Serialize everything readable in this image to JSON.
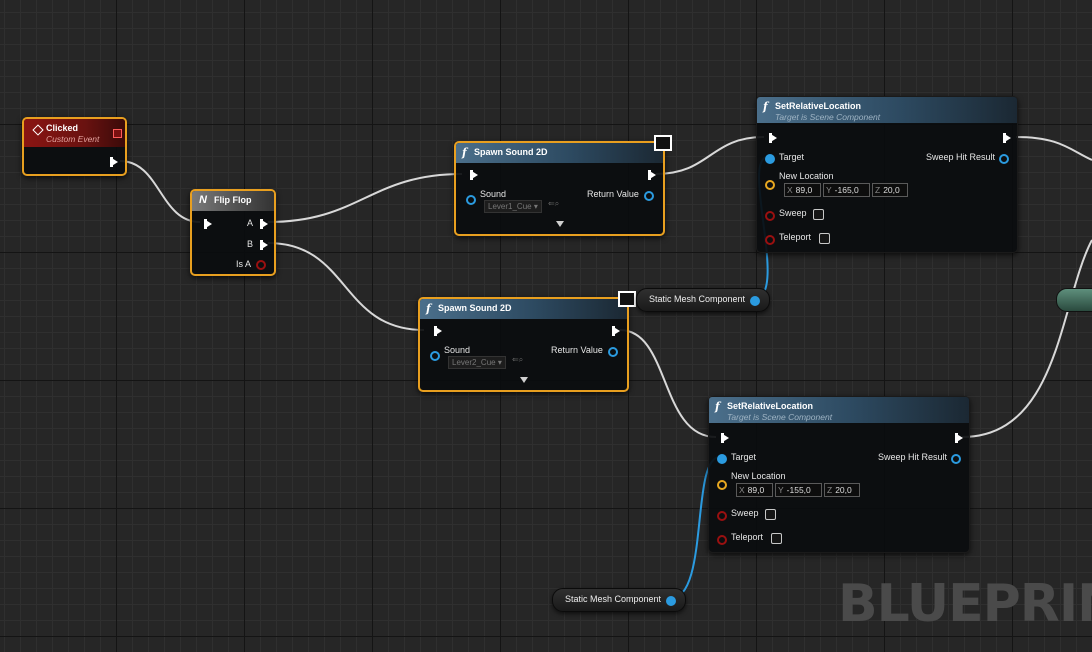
{
  "colors": {
    "grid_bg": "#262626",
    "exec_wire": "#d8d8d8",
    "object_wire": "#2b9be0",
    "selected_border": "#e89f1f",
    "function_header": "#4b6f8b",
    "event_header": "#8a1512"
  },
  "event": {
    "title": "Clicked",
    "subtitle": "Custom Event"
  },
  "flipflop": {
    "title": "Flip Flop",
    "pin_a": "A",
    "pin_b": "B",
    "pin_isa": "Is A"
  },
  "spawn1": {
    "title": "Spawn Sound 2D",
    "sound_label": "Sound",
    "return_label": "Return Value",
    "asset": "Lever1_Cue"
  },
  "spawn2": {
    "title": "Spawn Sound 2D",
    "sound_label": "Sound",
    "return_label": "Return Value",
    "asset": "Lever2_Cue"
  },
  "setloc1": {
    "title": "SetRelativeLocation",
    "subtitle": "Target is Scene Component",
    "target": "Target",
    "sweep_hit": "Sweep Hit Result",
    "new_location": "New Location",
    "x_axis": "X",
    "x": "89,0",
    "y_axis": "Y",
    "y": "-165,0",
    "z_axis": "Z",
    "z": "20,0",
    "sweep": "Sweep",
    "teleport": "Teleport"
  },
  "setloc2": {
    "title": "SetRelativeLocation",
    "subtitle": "Target is Scene Component",
    "target": "Target",
    "sweep_hit": "Sweep Hit Result",
    "new_location": "New Location",
    "x_axis": "X",
    "x": "89,0",
    "y_axis": "Y",
    "y": "-155,0",
    "z_axis": "Z",
    "z": "20,0",
    "sweep": "Sweep",
    "teleport": "Teleport"
  },
  "var1": {
    "label": "Static Mesh Component"
  },
  "var2": {
    "label": "Static Mesh Component"
  },
  "watermark": "BLUEPRIN",
  "icons": {
    "function": "function-icon",
    "event": "event-diamond-icon",
    "flipflop": "flipflop-icon",
    "monitor": "monitor-icon",
    "exec": "exec-pin-icon"
  }
}
